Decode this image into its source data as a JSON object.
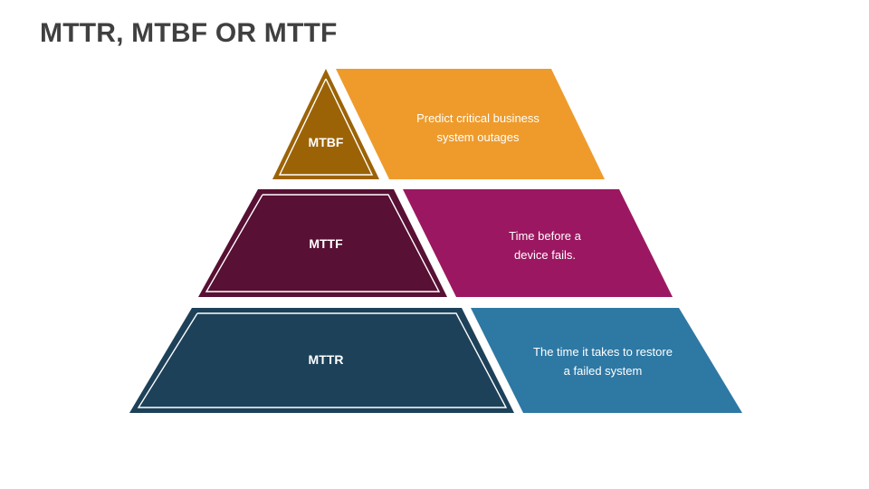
{
  "slide": {
    "title": "MTTR, MTBF OR MTTF",
    "background_color": "#FFFFFF",
    "title_color": "#404040"
  },
  "chart_data": {
    "type": "pyramid",
    "title": "MTTR, MTBF OR MTTF",
    "orientation": "vertical-3-tier",
    "legend": "none",
    "tiers": [
      {
        "level": 1,
        "position": "top",
        "label": "MTBF",
        "description_line1": "Predict critical business",
        "description_line2": "system outages",
        "description": "Predict critical business system outages",
        "shape_color": "#9C6306",
        "callout_color": "#EE9B2C",
        "label_color": "#FFFFFF",
        "outline_color": "#FFFFFF"
      },
      {
        "level": 2,
        "position": "middle",
        "label": "MTTF",
        "description_line1": "Time before a",
        "description_line2": "device fails.",
        "description": "Time before a device fails.",
        "shape_color": "#581034",
        "callout_color": "#9C1761",
        "label_color": "#FFFFFF",
        "outline_color": "#FFFFFF"
      },
      {
        "level": 3,
        "position": "bottom",
        "label": "MTTR",
        "description_line1": "The time it takes to restore",
        "description_line2": "a failed system",
        "description": "The time it takes to restore a failed system",
        "shape_color": "#1D4159",
        "callout_color": "#2E78A4",
        "label_color": "#FFFFFF",
        "outline_color": "#FFFFFF"
      }
    ]
  }
}
